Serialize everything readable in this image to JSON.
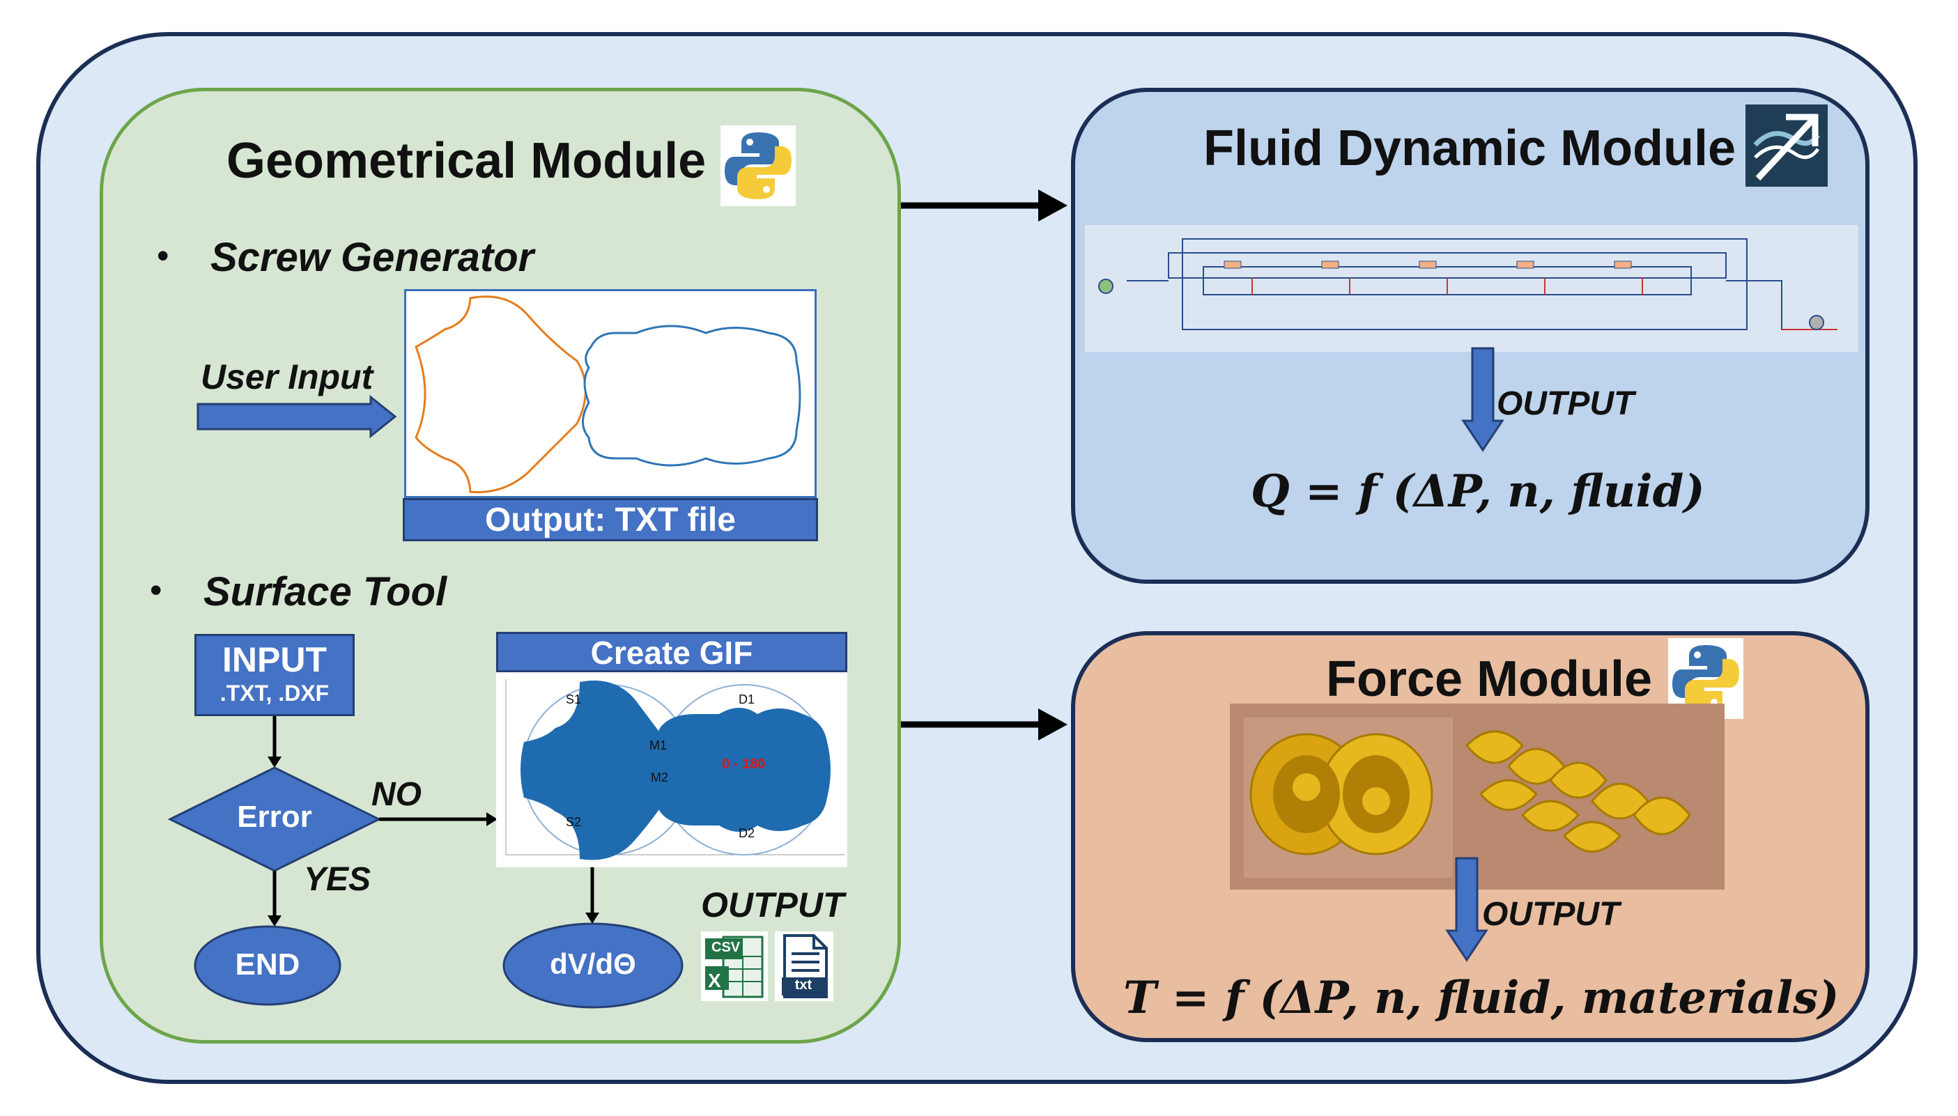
{
  "geometrical": {
    "title": "Geometrical Module",
    "screw_generator": "Screw Generator",
    "user_input": "User Input",
    "output_txt": "Output: TXT file",
    "surface_tool": "Surface Tool",
    "input_title": "INPUT",
    "input_formats": ".TXT, .DXF",
    "error": "Error",
    "no": "NO",
    "yes": "YES",
    "end": "END",
    "create_gif": "Create GIF",
    "dvdtheta": "dV/dΘ",
    "output": "OUTPUT",
    "csv_icon_text": "CSV",
    "txt_icon_text": "txt",
    "plot_labels": {
      "s1": "S1",
      "s2": "S2",
      "d1": "D1",
      "d2": "D2",
      "m1": "M1",
      "m2": "M2",
      "angle": "0 - 180"
    }
  },
  "fluid": {
    "title": "Fluid Dynamic Module",
    "output": "OUTPUT",
    "formula": "Q = f (ΔP, n, fluid)"
  },
  "force": {
    "title": "Force Module",
    "output": "OUTPUT",
    "formula": "T = f (ΔP, n, fluid, materials)"
  },
  "colors": {
    "outer_border": "#1b2e55",
    "outer_fill": "#dce8f5",
    "geo_border": "#6ca54a",
    "geo_fill": "#d6e6d2",
    "fluid_fill": "#bed3ec",
    "force_fill": "#e8bda0",
    "accent_blue": "#4472c4",
    "screw_gold": "#e6b81e"
  }
}
